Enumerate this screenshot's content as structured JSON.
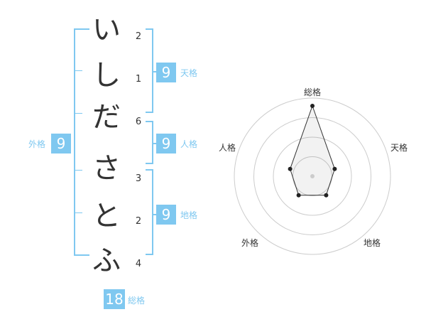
{
  "name_chars": [
    {
      "char": "い",
      "strokes": "2"
    },
    {
      "char": "し",
      "strokes": "1"
    },
    {
      "char": "だ",
      "strokes": "6"
    },
    {
      "char": "さ",
      "strokes": "3"
    },
    {
      "char": "と",
      "strokes": "2"
    },
    {
      "char": "ふ",
      "strokes": "4"
    }
  ],
  "kakusu": {
    "tenkaku": {
      "value": "9",
      "label": "天格"
    },
    "jinkaku": {
      "value": "9",
      "label": "人格"
    },
    "chikaku": {
      "value": "9",
      "label": "地格"
    },
    "gaikaku": {
      "value": "9",
      "label": "外格"
    },
    "soukaku": {
      "value": "18",
      "label": "総格"
    }
  },
  "colors": {
    "accent": "#7fc8f0",
    "text": "#333333",
    "ring": "#cccccc"
  },
  "chart_data": {
    "type": "radar",
    "axes": [
      "総格",
      "天格",
      "地格",
      "外格",
      "人格"
    ],
    "values": [
      0.9,
      0.3,
      0.3,
      0.3,
      0.3
    ],
    "rings": 4
  }
}
